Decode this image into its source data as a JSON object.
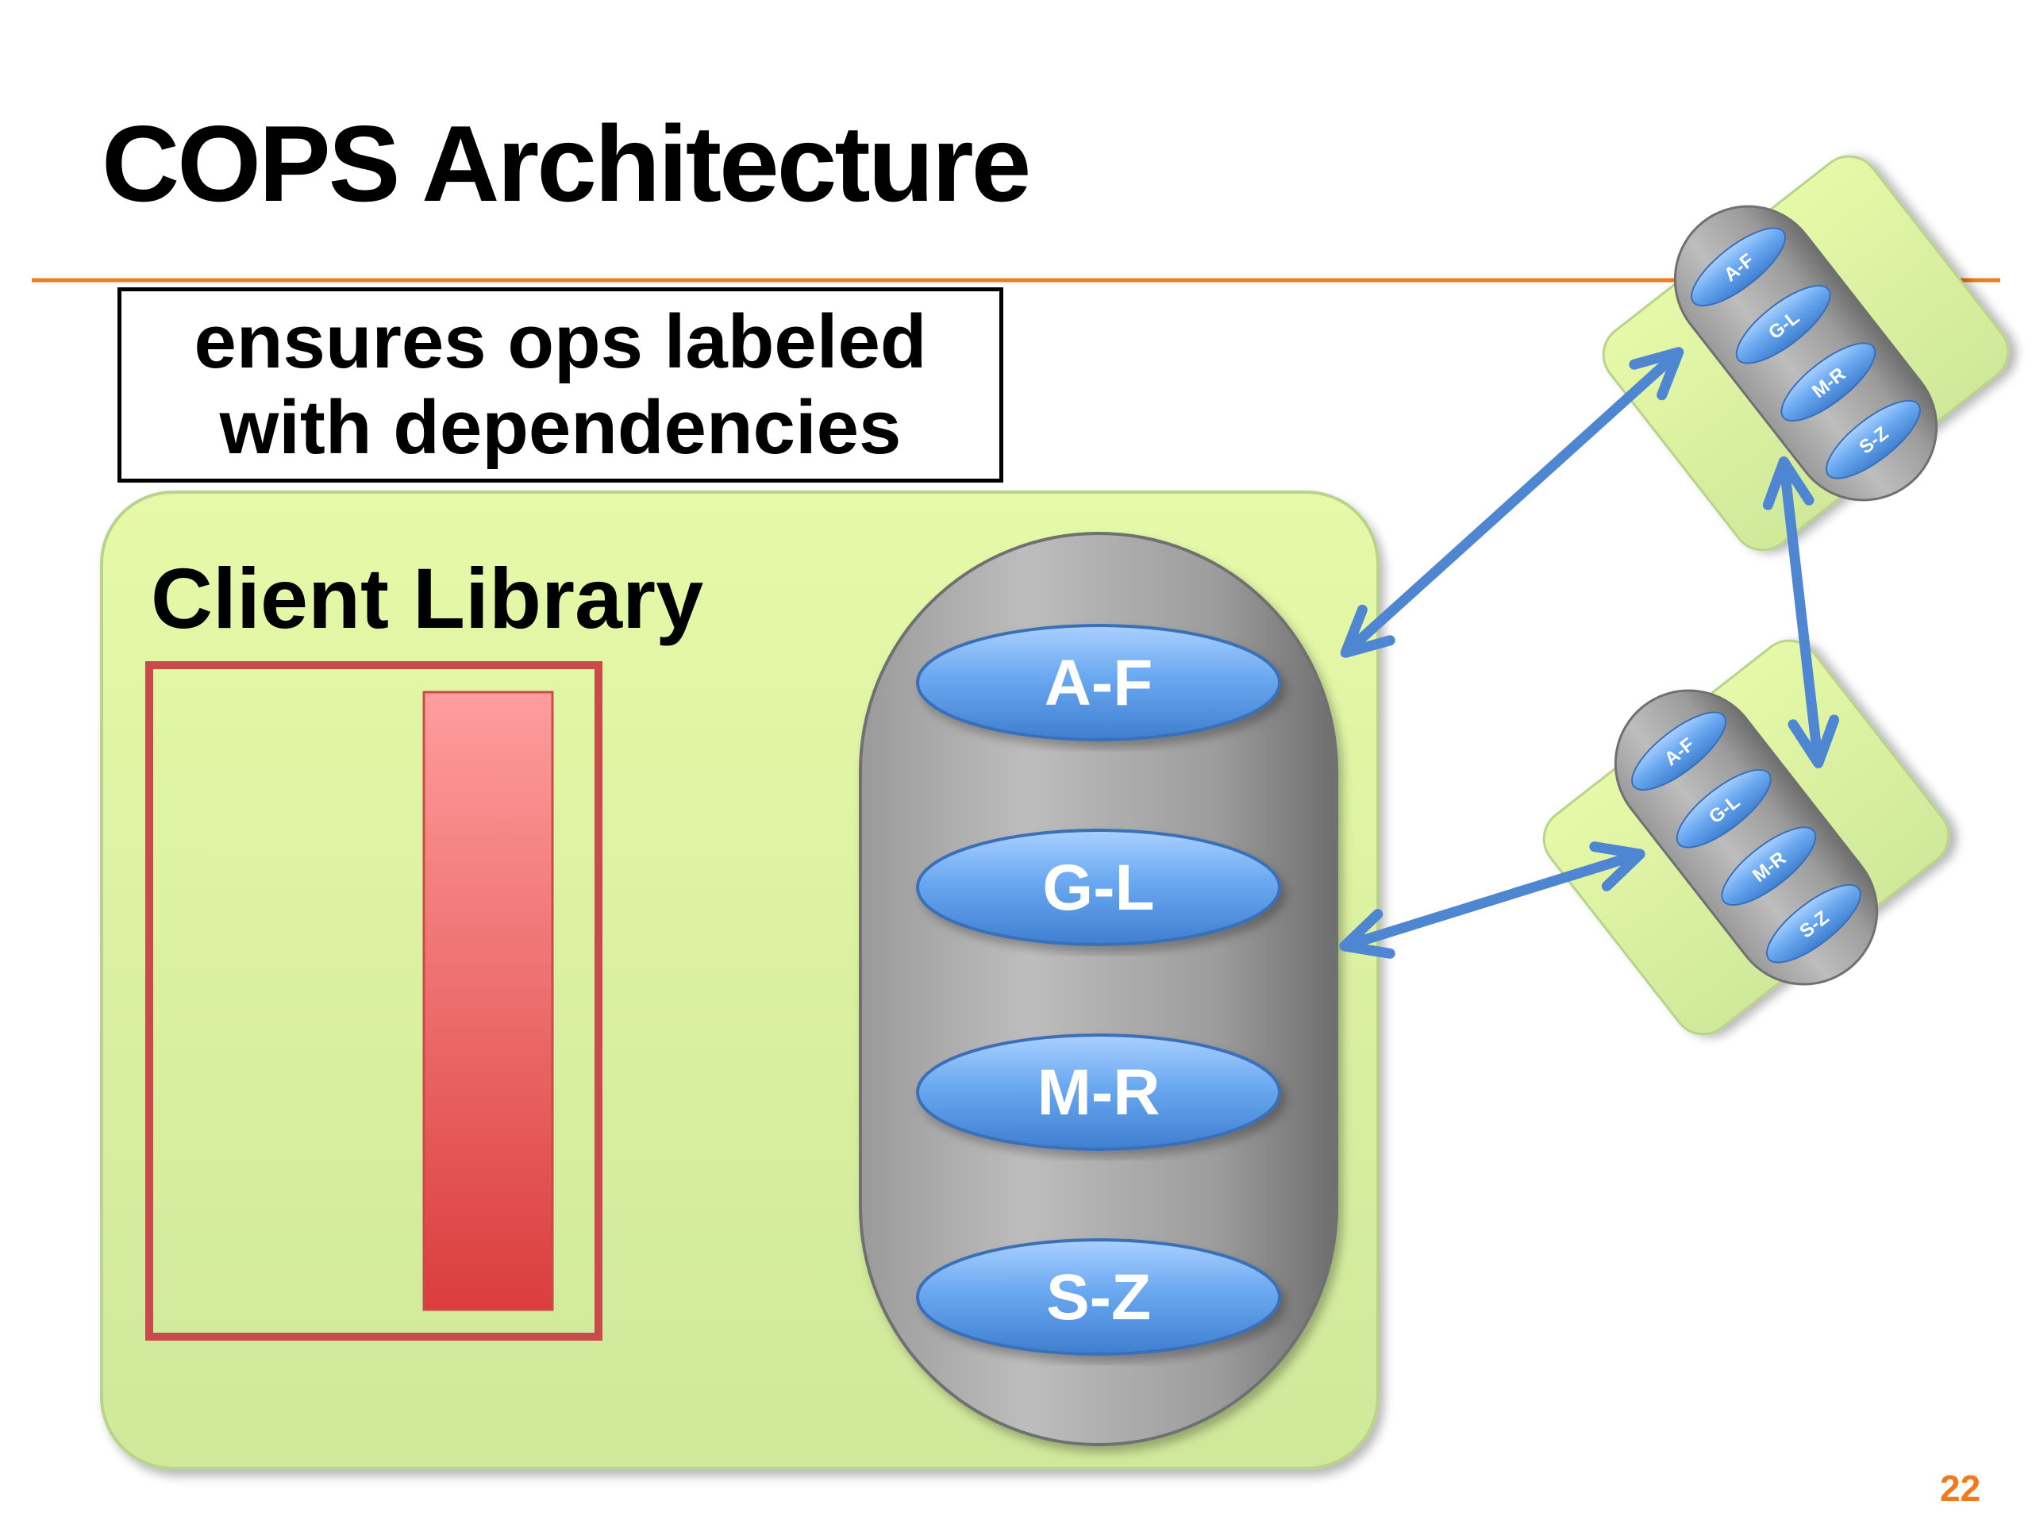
{
  "slide": {
    "title": "COPS Architecture",
    "page_number": "22",
    "accent_color": "#f07a1c"
  },
  "callout": {
    "line1": "ensures ops labeled",
    "line2": "with dependencies"
  },
  "client_library": {
    "label": "Client Library",
    "box_color": "#dff5a0"
  },
  "local_cluster": {
    "shards": [
      "A-F",
      "G-L",
      "M-R",
      "S-Z"
    ]
  },
  "remote_cluster_top": {
    "shards": [
      "A-F",
      "G-L",
      "M-R",
      "S-Z"
    ]
  },
  "remote_cluster_bottom": {
    "shards": [
      "A-F",
      "G-L",
      "M-R",
      "S-Z"
    ]
  },
  "colors": {
    "arrow": "#4f86d2",
    "shard": "#5e9ce8",
    "cluster": "#a8a8a8",
    "dependency_bar": "#e35050"
  }
}
